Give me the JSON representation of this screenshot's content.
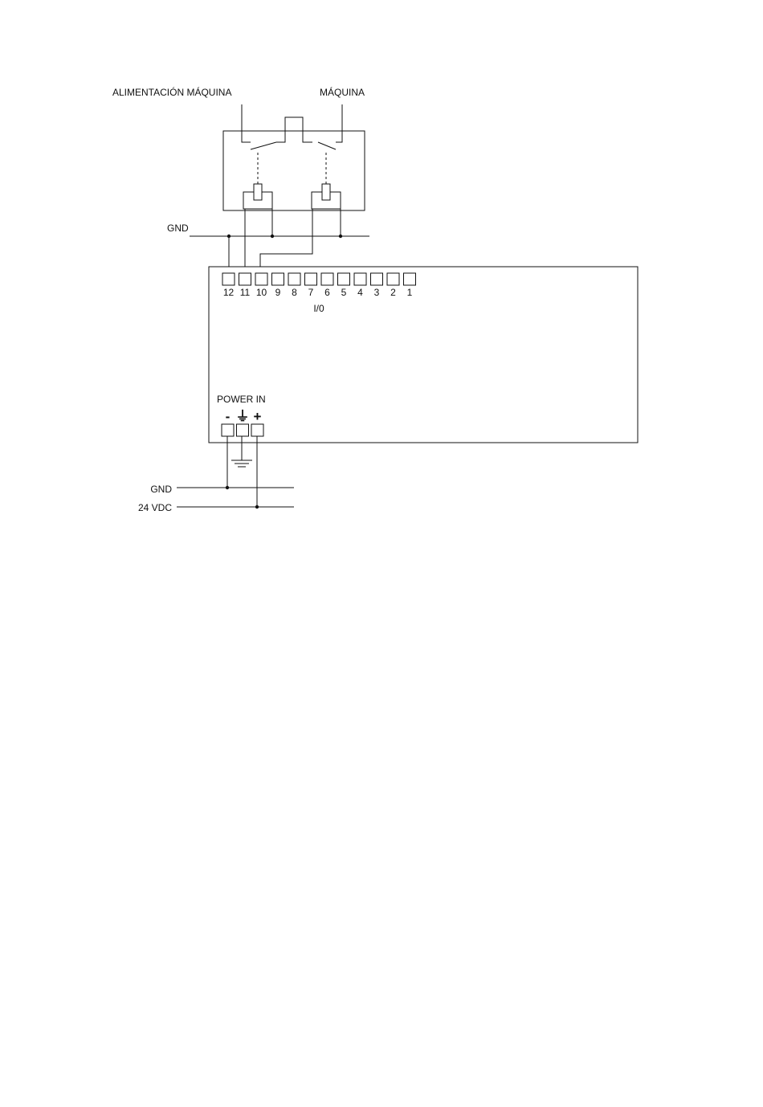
{
  "labels": {
    "machine_supply": "ALIMENTACIÓN MÁQUINA",
    "machine": "MÁQUINA",
    "gnd_top": "GND",
    "io": "I/0",
    "power_in": "POWER IN",
    "gnd_bottom": "GND",
    "vdc": "24 VDC"
  },
  "io_terminals": [
    "12",
    "11",
    "10",
    "9",
    "8",
    "7",
    "6",
    "5",
    "4",
    "3",
    "2",
    "1"
  ],
  "power_terminals": [
    {
      "symbol": "-",
      "name": "minus"
    },
    {
      "symbol": "⏚",
      "name": "earth"
    },
    {
      "symbol": "+",
      "name": "plus"
    }
  ],
  "colors": {
    "line": "#111111",
    "background": "#ffffff"
  }
}
